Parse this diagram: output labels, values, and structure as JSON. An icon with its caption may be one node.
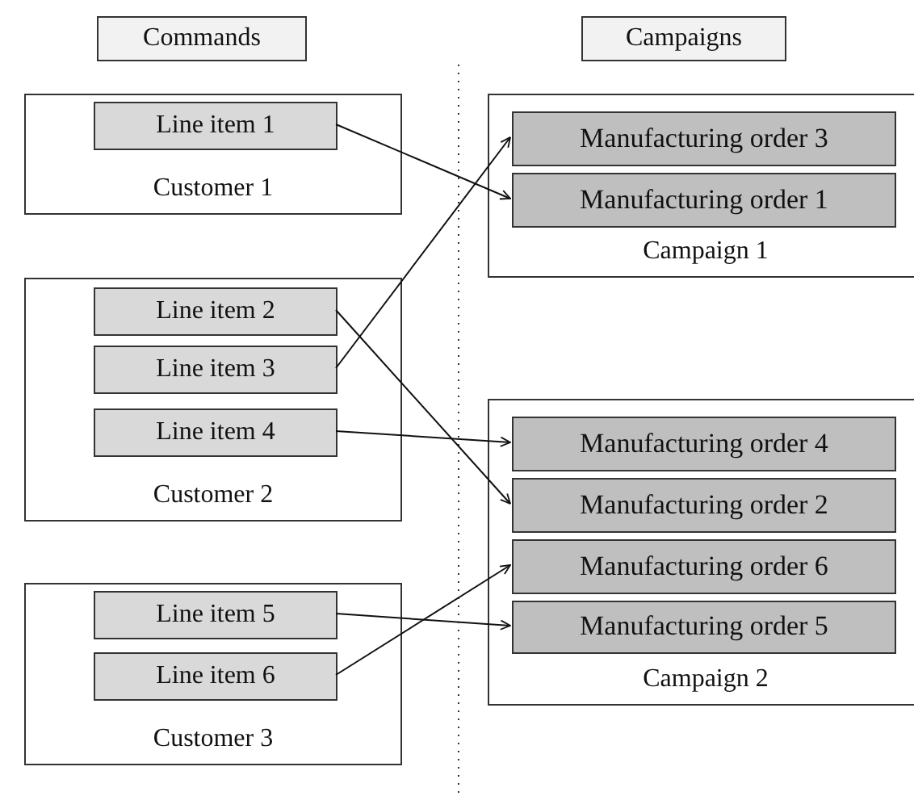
{
  "diagram": {
    "nodes": [
      {
        "text": [
          "Commands"
        ]
      },
      {
        "text": [
          "Campaigns"
        ]
      },
      {
        "text": [
          "Customer 1"
        ]
      },
      {
        "text": [
          "Line item 1"
        ],
        "in": 2
      },
      {
        "text": [
          "Campaign 1"
        ]
      },
      {
        "text": [
          "Manufacturing order 3"
        ],
        "in": 4
      },
      {
        "text": [
          "Manufacturing order 1"
        ],
        "in": 4
      },
      {
        "text": [
          "Customer 2"
        ]
      },
      {
        "text": [
          "Line item 2"
        ],
        "in": 7
      },
      {
        "text": [
          "Line item 3"
        ],
        "in": 7
      },
      {
        "text": [
          "Line item 4"
        ],
        "in": 7
      },
      {
        "text": [
          "Campaign 2"
        ]
      },
      {
        "text": [
          "Manufacturing order 4"
        ],
        "in": 11
      },
      {
        "text": [
          "Manufacturing order 2"
        ],
        "in": 11
      },
      {
        "text": [
          "Manufacturing order 6"
        ],
        "in": 11
      },
      {
        "text": [
          "Manufacturing order 5"
        ],
        "in": 11
      },
      {
        "text": [
          "Customer 3"
        ]
      },
      {
        "text": [
          "Line item 5"
        ],
        "in": 16
      },
      {
        "text": [
          "Line item 6"
        ],
        "in": 16
      }
    ],
    "edges": [
      {
        "from": 3,
        "to": 6,
        "arrow": "to"
      },
      {
        "from": 9,
        "to": 5,
        "arrow": "to"
      },
      {
        "from": 8,
        "to": 13,
        "arrow": "to"
      },
      {
        "from": 10,
        "to": 12,
        "arrow": "to"
      },
      {
        "from": 17,
        "to": 15,
        "arrow": "to"
      },
      {
        "from": 18,
        "to": 14,
        "arrow": "to"
      }
    ]
  }
}
